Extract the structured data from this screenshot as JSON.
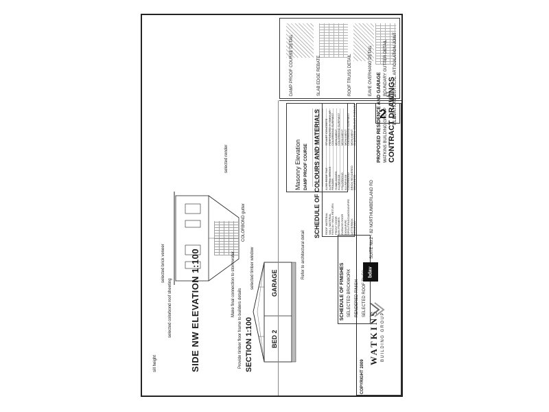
{
  "elevation": {
    "title": "SIDE NW ELEVATION 1:100",
    "notes": [
      "selected brick veneer",
      "selected render",
      "selected colorbond roof sheeting",
      "COLORBOND gutter",
      "selected timber window",
      "sill height"
    ]
  },
  "section": {
    "title": "SECTION 1:100",
    "room_bed": "BED 2",
    "room_garage": "GARAGE",
    "notes": [
      "Provide timber floor frame to builders details",
      "Make final connection to stormwater",
      "Refer to architectural detail"
    ]
  },
  "schedule_finishes": {
    "title": "SCHEDULE OF FINISHES",
    "items": [
      "SELECTED BRICKWORK",
      "RENDERED FINISH",
      "SELECTED ROOF TILES"
    ]
  },
  "schedule_colours": {
    "title": "SCHEDULE OF COLOURS AND MATERIALS",
    "rows": [
      [
        "ROOF MATERIAL",
        "ALSO ROOF TILE",
        "STUART CONCRETE"
      ],
      [
        "WALL MATERIAL",
        "AUSTRAL BRICKS",
        "PERFORATED IN SIMULAR"
      ],
      [
        "FASCIA / WALL RETURN",
        "RENDER",
        "COLORBOND SURFMIST"
      ],
      [
        "FRONT DOOR",
        "HUME DOORS",
        "MONUMENT"
      ],
      [
        "WIN FRAMES",
        "ALUMINIUM",
        "COLORBOND SURFMIST"
      ],
      [
        "GARAGE DOOR",
        "COLORBOND",
        "MONUMENT"
      ],
      [
        "DOWNPIPE",
        "ALUMINIUM",
        "MONUMENT"
      ],
      [
        "SPOUT/FASCIA/DOWNPIPE",
        "COLORBOND",
        "COLORBOND SURFMIST"
      ],
      [
        "LETTERBOX",
        "BRICK RENDERED",
        "MONUMENT"
      ],
      [
        "DRIVEWAY",
        "CONCRETE",
        "CHARCOAL COLOUR THROUGH"
      ]
    ]
  },
  "masonry": {
    "title": "Masonry Elevation",
    "subtitle": "DAMP PROOF COURSE"
  },
  "details": [
    "DAMP PROOF COURSE DETAIL",
    "SLAB EDGE REBATE",
    "ROOF TRUSS DETAIL",
    "EAVE OVERHANG DETAIL",
    "BOUNDARY GUTTER DETAIL",
    "VERTICAL ARTICULATION JOINT"
  ],
  "title_block": {
    "project": "PROPOSED RESIDENCE AND GARAGE",
    "client": "WATKINS BUILDING GROUP",
    "drawing": "CONTRACT DRAWINGS",
    "sheet": "ELEVATION 2",
    "sheet_no": "2",
    "of": "of",
    "job_no": "A3",
    "company_name": "WATKINS",
    "company_sub": "BUILDING GROUP",
    "bdav": "bdav",
    "address": "SUITE No.2 - 82 NORTHUMBERLAND RD",
    "copyright": "COPYRIGHT 2009"
  }
}
